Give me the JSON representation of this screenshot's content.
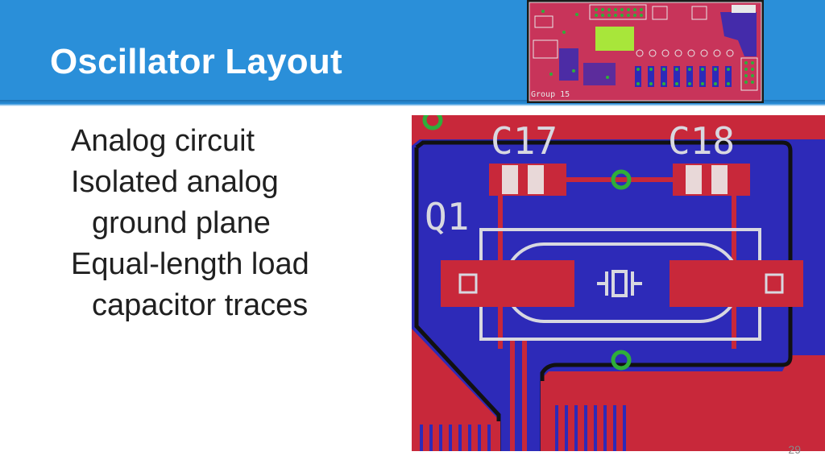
{
  "slide": {
    "title": "Oscillator Layout",
    "bullets": [
      "Analog circuit",
      "Isolated analog",
      "ground plane",
      "Equal-length load",
      "capacitor traces"
    ],
    "page_number": "29"
  },
  "thumbnail": {
    "label": "Group 15"
  },
  "pcb_detail": {
    "labels": [
      "C17",
      "C18",
      "Q1"
    ]
  },
  "colors": {
    "header_bg": "#2a8fd9",
    "pcb_red": "#c8283a",
    "pcb_blue": "#2d2ab8",
    "silk": "#d8d8e0",
    "via_green": "#2fae3a"
  }
}
